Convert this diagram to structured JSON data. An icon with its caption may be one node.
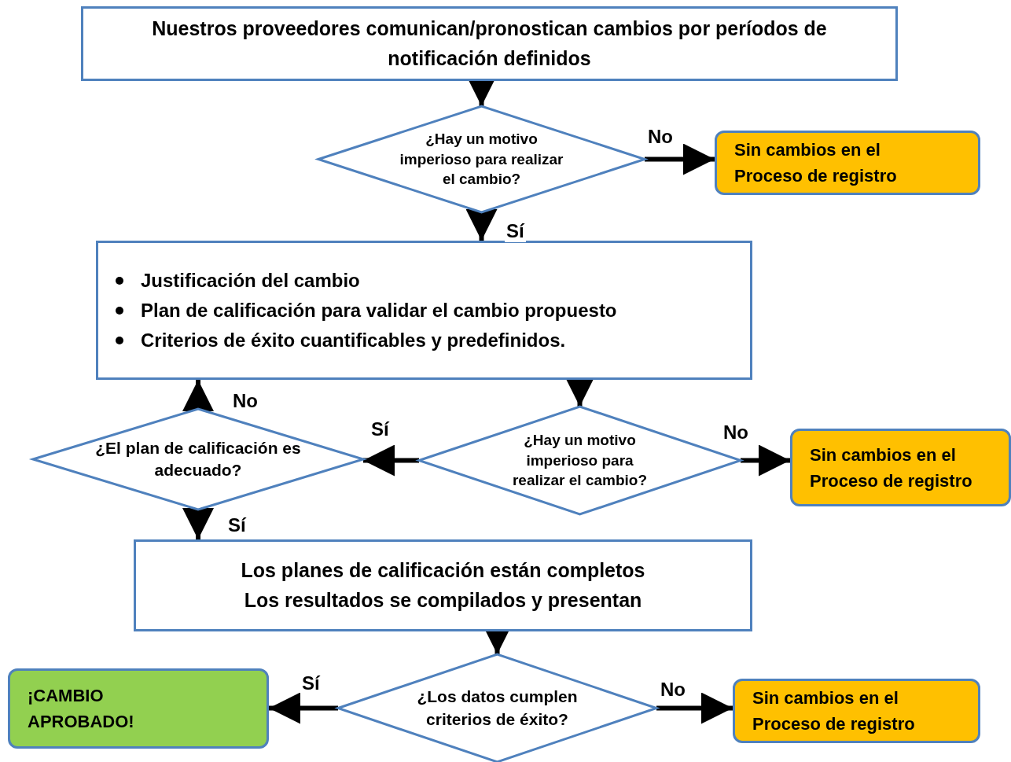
{
  "diagram": {
    "nodes": [
      {
        "text": [
          "Nuestros proveedores comunican/pronostican cambios por períodos de notificación definidos"
        ]
      },
      {
        "text": [
          "¿Hay un motivo imperioso para realizar el cambio?"
        ]
      },
      {
        "text": [
          "Sin cambios en el Proceso de registro"
        ]
      },
      {
        "text": [
          "Justificación del cambio",
          "Plan de calificación para validar el cambio propuesto",
          "Criterios de éxito cuantificables y predefinidos."
        ]
      },
      {
        "text": [
          "¿El plan de calificación es adecuado?"
        ]
      },
      {
        "text": [
          "¿Hay un motivo imperioso para realizar el cambio?"
        ]
      },
      {
        "text": [
          "Sin cambios en el Proceso de registro"
        ]
      },
      {
        "text": [
          "Los planes de calificación están completos",
          "Los resultados se compilados y presentan"
        ]
      },
      {
        "text": [
          "¿Los datos cumplen criterios de éxito?"
        ]
      },
      {
        "text": [
          "¡CAMBIO APROBADO!"
        ]
      },
      {
        "text": [
          "Sin cambios en el Proceso de registro"
        ]
      }
    ],
    "edges": [
      {
        "from": 0,
        "to": 1,
        "arrow": "to"
      },
      {
        "from": 1,
        "to": 2,
        "arrow": "to",
        "label": "No"
      },
      {
        "from": 1,
        "to": 3,
        "arrow": "to",
        "label": "Sí"
      },
      {
        "from": 3,
        "to": 5,
        "arrow": "to"
      },
      {
        "from": 5,
        "to": 4,
        "arrow": "to",
        "label": "Sí"
      },
      {
        "from": 5,
        "to": 6,
        "arrow": "to",
        "label": "No"
      },
      {
        "from": 4,
        "to": 3,
        "arrow": "to",
        "label": "No"
      },
      {
        "from": 4,
        "to": 7,
        "arrow": "to",
        "label": "Sí"
      },
      {
        "from": 7,
        "to": 8,
        "arrow": "to"
      },
      {
        "from": 8,
        "to": 9,
        "arrow": "to",
        "label": "Sí"
      },
      {
        "from": 8,
        "to": 10,
        "arrow": "to",
        "label": "No"
      }
    ]
  }
}
